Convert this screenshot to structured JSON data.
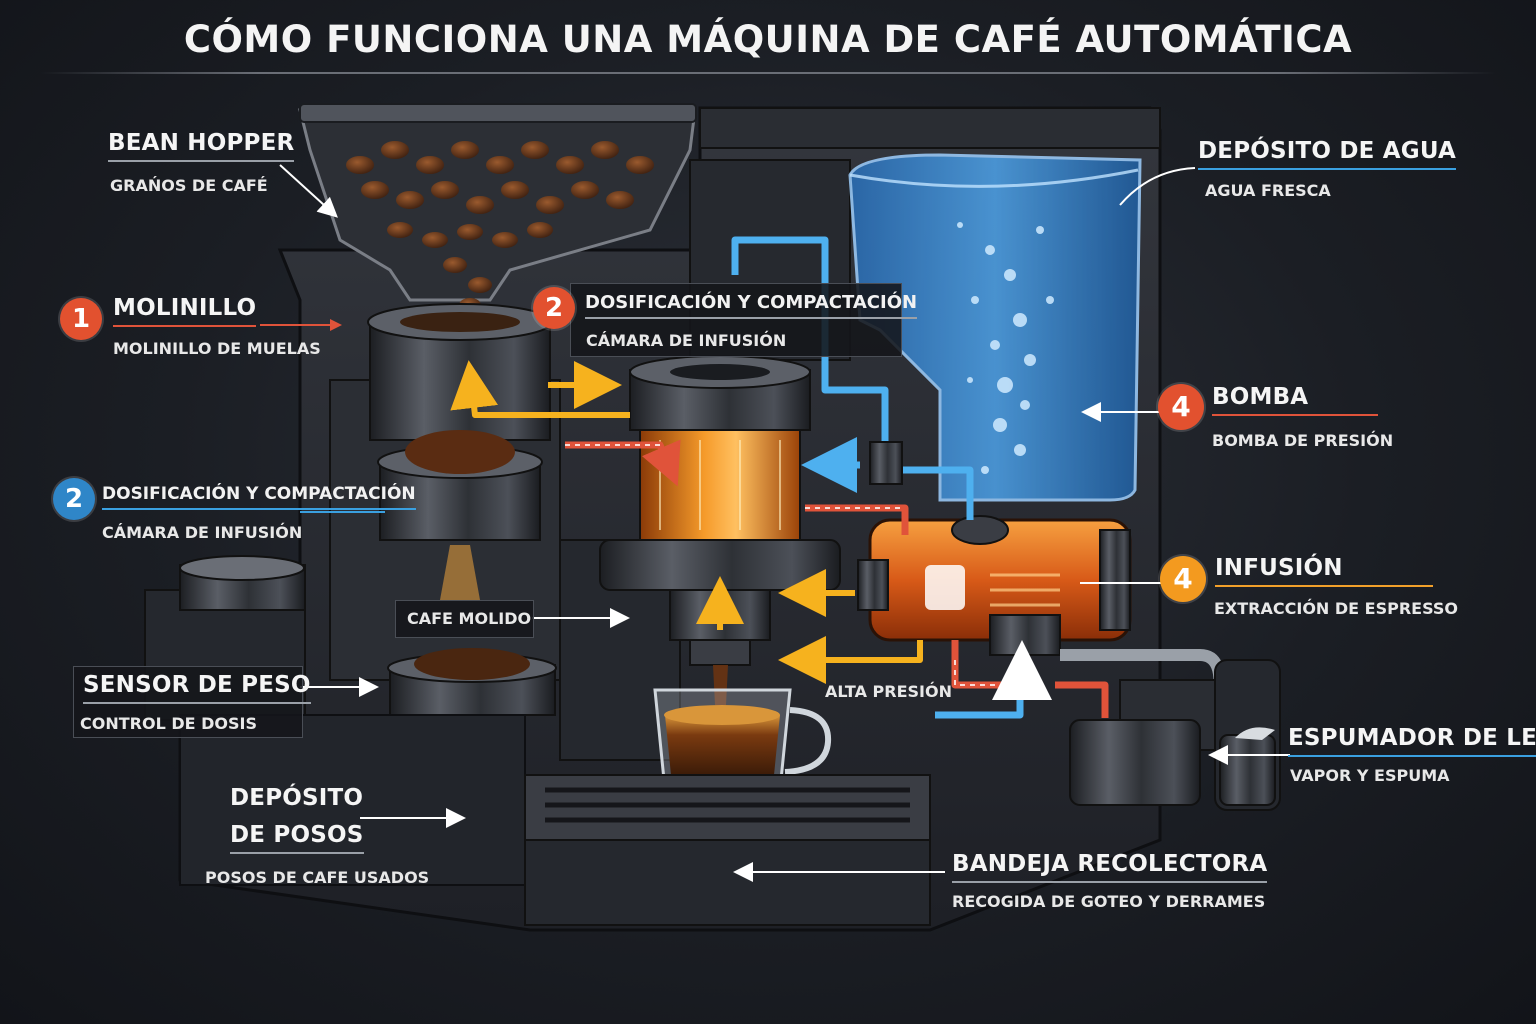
{
  "title": "CÓMO FUNCIONA UNA MÁQUINA DE CAFÉ AUTOMÁTICA",
  "labels": {
    "bean_hopper": {
      "heading": "BEAN HOPPER",
      "sub": "GRAŃOS DE CAFÉ"
    },
    "molinillo": {
      "number": "1",
      "heading": "MOLINILLO",
      "sub": "MOLINILLO DE MUELAS"
    },
    "dosificacion_left": {
      "number": "2",
      "heading": "DOSIFICACIÓN Y COMPACTACIÓN",
      "sub": "CÁMARA DE INFUSIÓN"
    },
    "dosificacion_top": {
      "number": "2",
      "heading": "DOSIFICACIÓN Y COMPACTACIÓN",
      "sub": "CÁMARA DE INFUSIÓN"
    },
    "cafe_molido": {
      "text": "CAFE MOLIDO"
    },
    "sensor_peso": {
      "heading": "SENSOR DE PESO",
      "sub": "CONTROL DE DOSIS"
    },
    "deposito_posos": {
      "heading_line1": "DEPÓSITO",
      "heading_line2": "DE POSOS",
      "sub": "POSOS DE CAFE USADOS"
    },
    "deposito_agua": {
      "heading": "DEPÓSITO DE AGUA",
      "sub": "AGUA FRESCA"
    },
    "bomba": {
      "number": "4",
      "heading": "BOMBA",
      "sub": "BOMBA DE PRESIÓN"
    },
    "infusion": {
      "number": "4",
      "heading": "INFUSIÓN",
      "sub": "EXTRACCIÓN DE ESPRESSO"
    },
    "alta_presion": {
      "text": "ALTA PRESIÓN"
    },
    "espumador": {
      "heading": "ESPUMADOR DE LECHE",
      "sub": "VAPOR Y ESPUMA"
    },
    "bandeja": {
      "heading": "BANDEJA RECOLECTORA",
      "sub": "RECOGIDA DE GOTEO Y DERRAMES"
    }
  },
  "colors": {
    "accent_red": "#e2512f",
    "accent_blue": "#2f86c8",
    "accent_orange": "#f39a1f",
    "water": "#3a8fd8",
    "machine_body": "#2a2d33"
  }
}
